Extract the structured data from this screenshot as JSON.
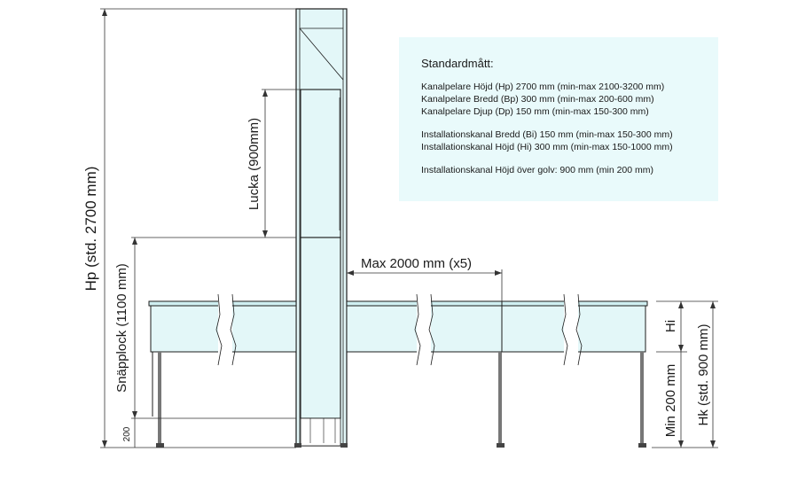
{
  "dimensions": {
    "hp": "Hp (std. 2700 mm)",
    "snapplock": "Snäpplock (1100 mm)",
    "lucka": "Lucka (900mm)",
    "max_span": "Max 2000 mm (x5)",
    "hi": "Hi",
    "min200": "Min 200 mm",
    "hk": "Hk (std. 900 mm)",
    "n200": "200"
  },
  "info": {
    "title": "Standardmått:",
    "groups": [
      [
        "Kanalpelare Höjd (Hp) 2700 mm (min-max 2100-3200 mm)",
        "Kanalpelare Bredd (Bp) 300 mm (min-max 200-600 mm)",
        "Kanalpelare Djup (Dp) 150 mm (min-max 150-300 mm)"
      ],
      [
        "Installationskanal Bredd (Bi) 150 mm (min-max 150-300 mm)",
        "Installationskanal Höjd (Hi) 300 mm (min-max 150-1000 mm)"
      ],
      [
        "Installationskanal Höjd över golv: 900 mm (min 200 mm)"
      ]
    ]
  },
  "colors": {
    "glass": "#e3f7f8",
    "line": "#1c1c1c",
    "dim_line": "#333333",
    "info_bg": "#e9fafb"
  }
}
